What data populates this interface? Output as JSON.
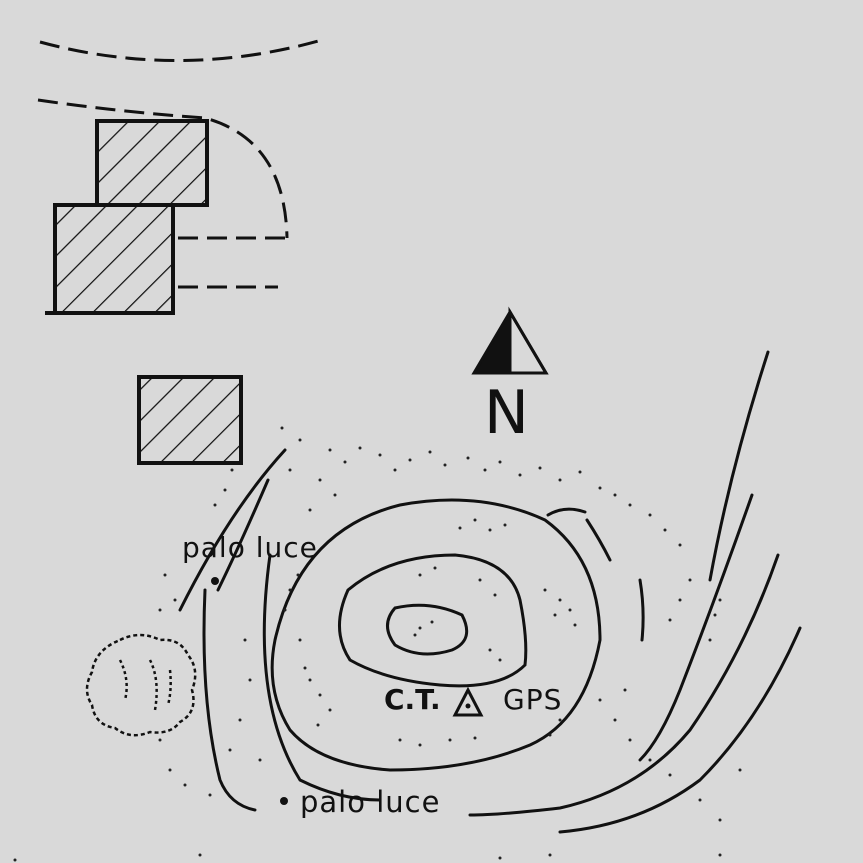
{
  "map": {
    "north_label": "N",
    "labels": {
      "street_light_top": "palo luce",
      "street_light_bottom": "palo luce",
      "control_point": "C.T.",
      "gps": "GPS"
    },
    "icons": {
      "north_arrow": "north-arrow-icon",
      "benchmark": "triangle-icon",
      "tree": "tree-icon",
      "street_light": "dot-icon"
    },
    "colors": {
      "background": "#d9d9d9",
      "ink": "#111111"
    }
  }
}
